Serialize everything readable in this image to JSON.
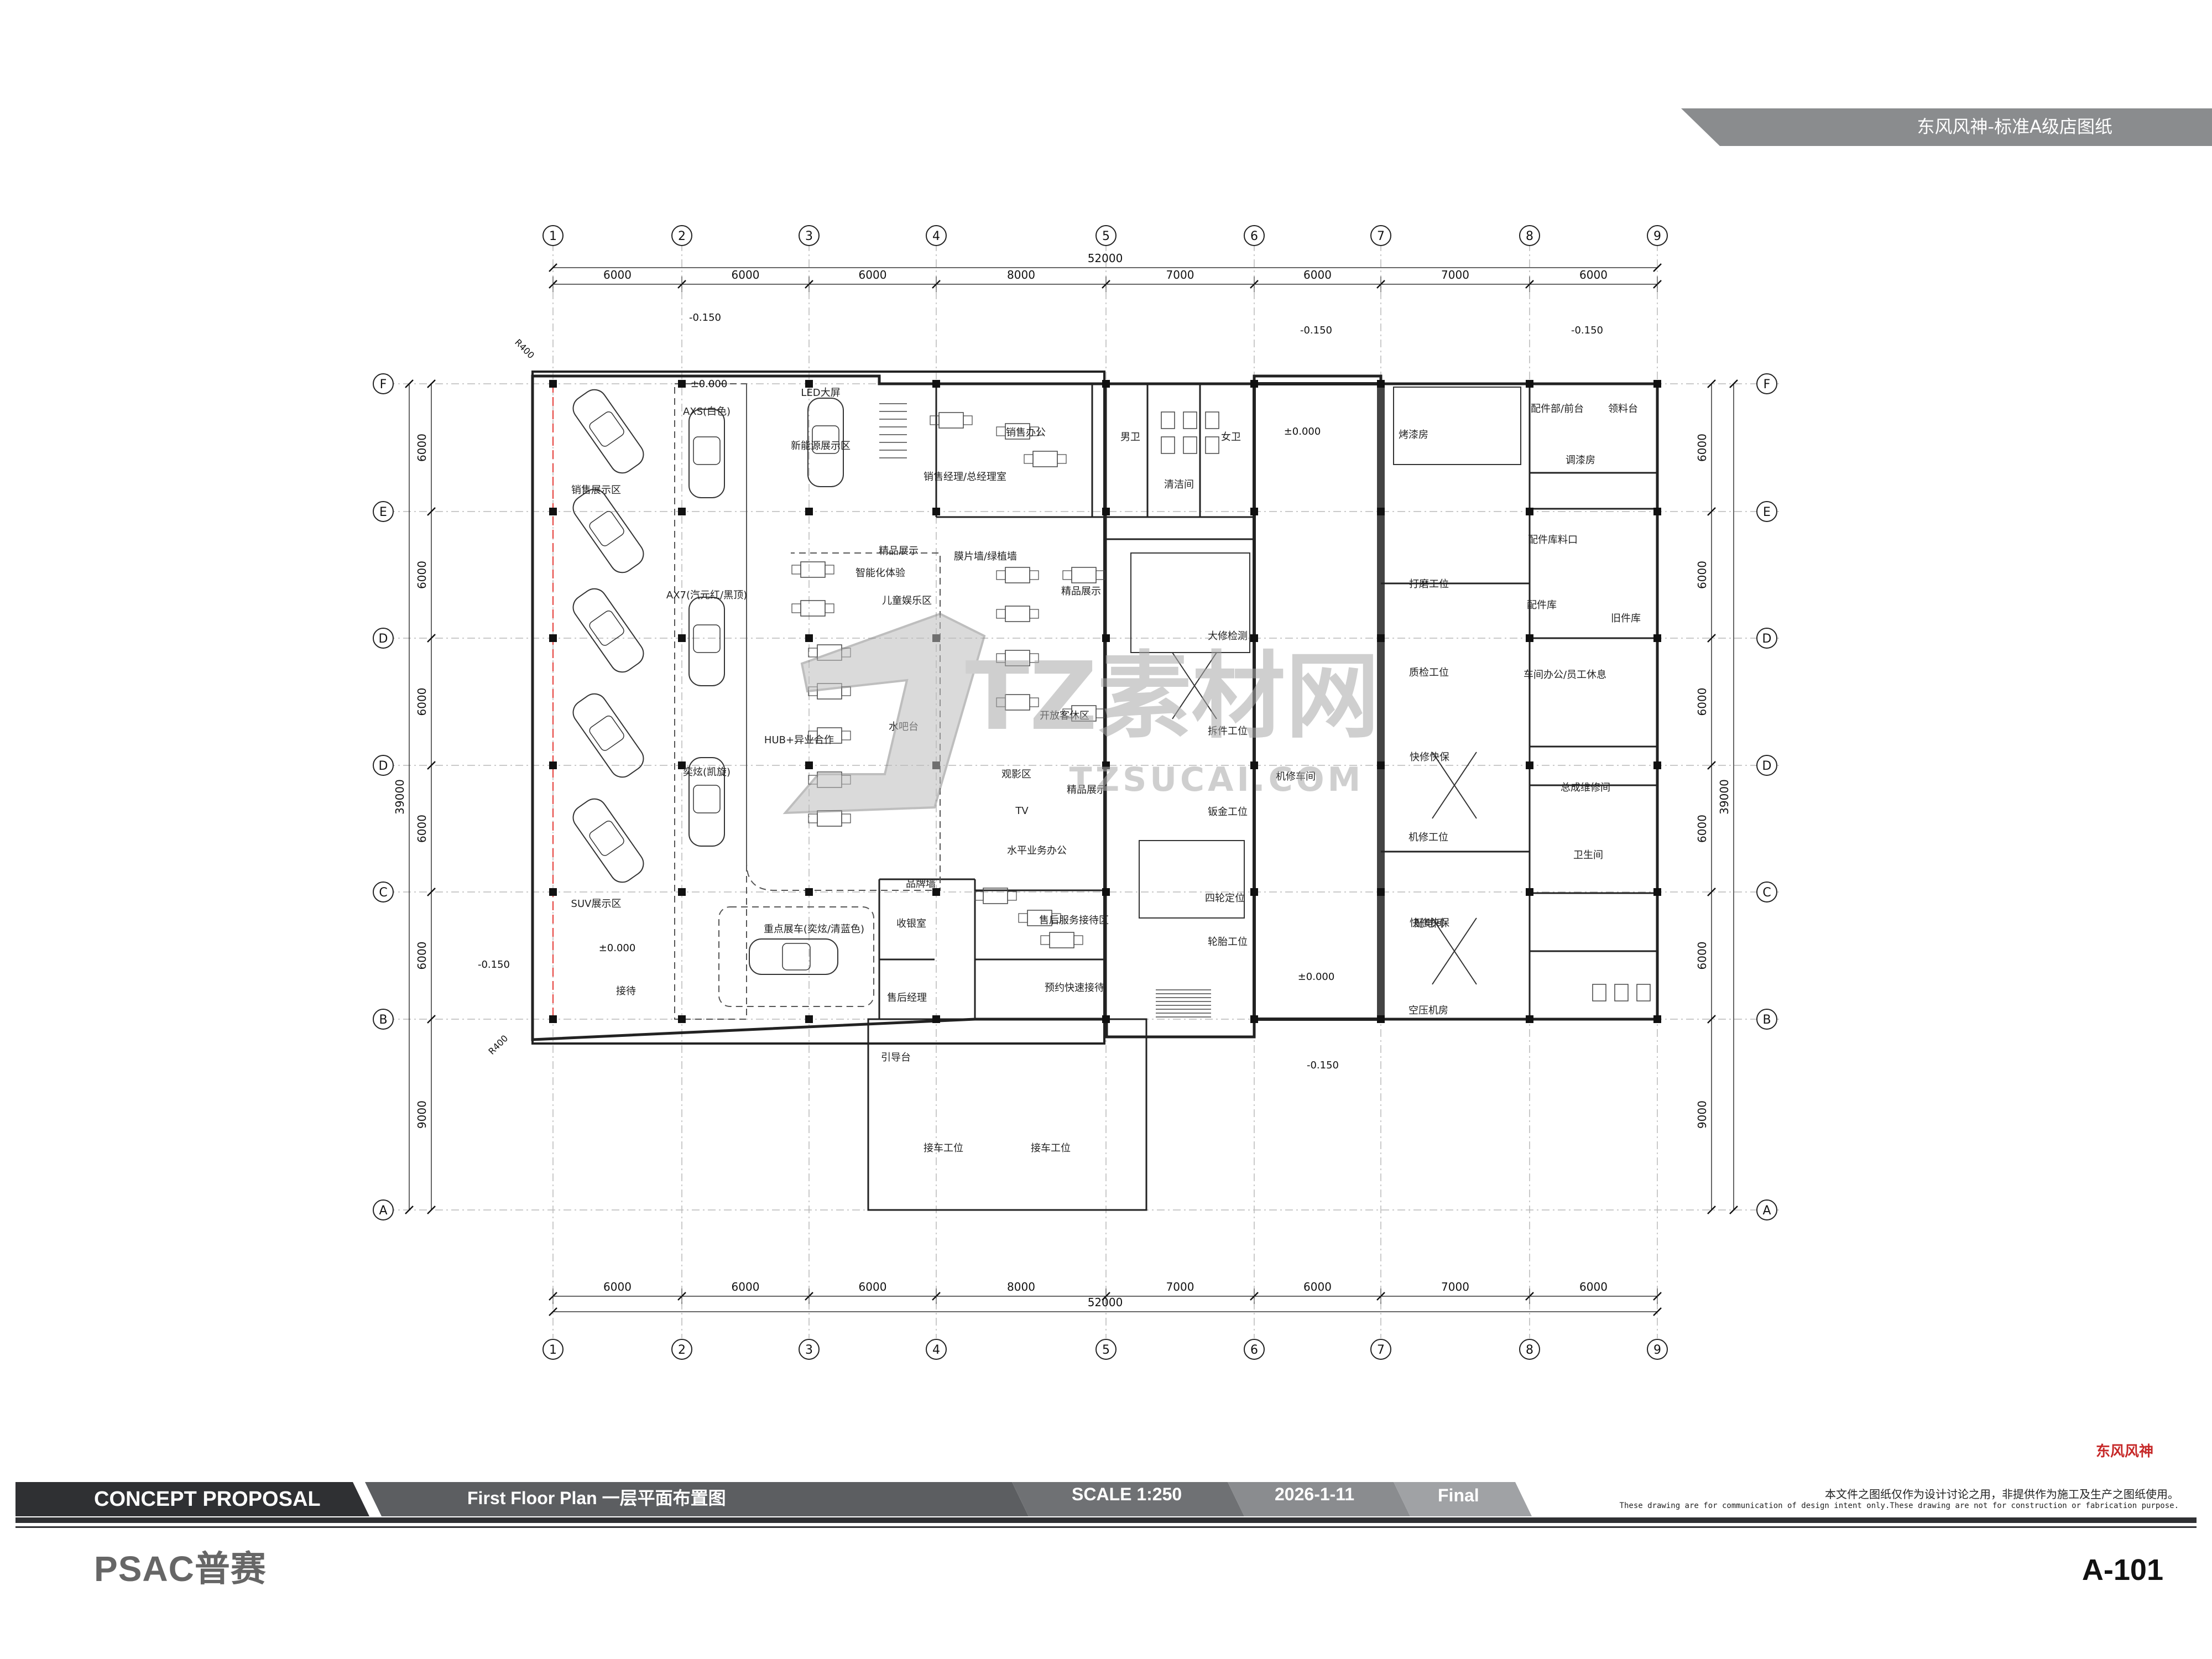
{
  "header": {
    "title": "东风风神-标准A级店图纸"
  },
  "plan": {
    "grid_columns": [
      "1",
      "2",
      "3",
      "4",
      "5",
      "6",
      "7",
      "8",
      "9"
    ],
    "grid_rows": [
      "F",
      "E",
      "D",
      "D",
      "C",
      "B",
      "A"
    ],
    "column_spacings": [
      "6000",
      "6000",
      "6000",
      "8000",
      "7000",
      "6000",
      "7000",
      "6000"
    ],
    "row_spacings": [
      "6000",
      "6000",
      "6000",
      "6000",
      "6000",
      "9000"
    ],
    "total_width": "52000",
    "total_depth": "39000",
    "radius_label": "R400",
    "levels": {
      "zero": "±0.000",
      "minus": "-0.150"
    },
    "rooms": [
      {
        "label": "LED大屏"
      },
      {
        "label": "AXS(白色)"
      },
      {
        "label": "销售展示区"
      },
      {
        "label": "新能源展示区"
      },
      {
        "label": "AX7(汽元红/黑顶)"
      },
      {
        "label": "奕炫(凯旋)"
      },
      {
        "label": "SUV展示区"
      },
      {
        "label": "接待"
      },
      {
        "label": "销售办公"
      },
      {
        "label": "销售经理/总经理室"
      },
      {
        "label": "男卫"
      },
      {
        "label": "女卫"
      },
      {
        "label": "清洁间"
      },
      {
        "label": "精品展示"
      },
      {
        "label": "智能化体验"
      },
      {
        "label": "儿童娱乐区"
      },
      {
        "label": "膜片墙/绿植墙"
      },
      {
        "label": "水吧台"
      },
      {
        "label": "HUB+异业合作"
      },
      {
        "label": "开放客休区"
      },
      {
        "label": "观影区"
      },
      {
        "label": "TV"
      },
      {
        "label": "水平业务办公"
      },
      {
        "label": "品牌墙"
      },
      {
        "label": "收银室"
      },
      {
        "label": "售后经理"
      },
      {
        "label": "售后服务接待区"
      },
      {
        "label": "预约快速接待"
      },
      {
        "label": "重点展车(奕炫/清蓝色)"
      },
      {
        "label": "引导台"
      },
      {
        "label": "接车工位"
      },
      {
        "label": "大修检测"
      },
      {
        "label": "拆件工位"
      },
      {
        "label": "钣金工位"
      },
      {
        "label": "四轮定位"
      },
      {
        "label": "轮胎工位"
      },
      {
        "label": "机修车间"
      },
      {
        "label": "烤漆房"
      },
      {
        "label": "调漆房"
      },
      {
        "label": "打磨工位"
      },
      {
        "label": "质检工位"
      },
      {
        "label": "快修快保"
      },
      {
        "label": "机修工位"
      },
      {
        "label": "配电间"
      },
      {
        "label": "空压机房"
      },
      {
        "label": "配件部/前台"
      },
      {
        "label": "领料台"
      },
      {
        "label": "配件库料口"
      },
      {
        "label": "配件库"
      },
      {
        "label": "旧件库"
      },
      {
        "label": "车间办公/员工休息"
      },
      {
        "label": "总成维修间"
      },
      {
        "label": "卫生间"
      }
    ],
    "watermark": {
      "text": "TZ素材网",
      "url": "TZSUCAI.COM"
    }
  },
  "title_block": {
    "project": "CONCEPT PROPOSAL",
    "drawing": "First Floor Plan 一层平面布置图",
    "scale": "SCALE 1:250",
    "date": "2026-1-11",
    "status": "Final",
    "brand": "东风风神",
    "note_cn": "本文件之图纸仅作为设计讨论之用，非提供作为施工及生产之图纸使用。",
    "note_en": "These drawing are for communication of design intent only.These drawing are not for construction or fabrication purpose.",
    "company": "PSAC普赛",
    "sheet": "A-101"
  },
  "colors": {
    "header": "#8a8c8e",
    "dark_bar": "#2f3033",
    "brand_red": "#c62828",
    "line": "#222222"
  }
}
